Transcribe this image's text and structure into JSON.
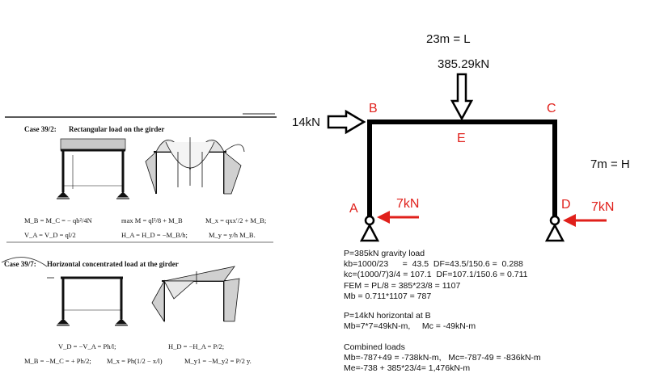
{
  "scan": {
    "case1_title_a": "Case 39/2:",
    "case1_title_b": "Rectangular load on the girder",
    "case1_eq_mb": "M_B = M_C = − qb²/4N",
    "case1_eq_max": "max M = ql²/8 + M_B",
    "case1_eq_mx": "M_x = qxx′/2 + M_B;",
    "case1_eq_v": "V_A = V_D = ql/2",
    "case1_eq_h": "H_A = H_D = −M_B/h;",
    "case1_eq_my": "M_y = y/h M_B.",
    "case2_title_a": "Case 39/7:",
    "case2_title_b": "Horizontal concentrated load at the girder",
    "case2_eq_v": "V_D = −V_A = Ph/l;",
    "case2_eq_h": "H_D = −H_A = P/2;",
    "case2_eq_mb": "M_B = −M_C = + Ph/2;",
    "case2_eq_mx": "M_x = Ph(1/2 − x/l)",
    "case2_eq_my": "M_y1 = −M_y2 = P/2 y."
  },
  "frame": {
    "span_label": "23m = L",
    "load_label": "385.29kN",
    "horizontal_load_label": "14kN",
    "height_label": "7m = H",
    "node_a": "A",
    "node_b": "B",
    "node_c": "C",
    "node_d": "D",
    "node_e": "E",
    "reaction_a": "7kN",
    "reaction_d": "7kN"
  },
  "calcs": {
    "gravity": "P=385kN gravity load\nkb=1000/23      =  43.5  DF=43.5/150.6 =  0.288\nkc=(1000/7)3/4 = 107.1  DF=107.1/150.6 = 0.711\nFEM = PL/8 = 385*23/8 = 1107\nMb = 0.711*1107 = 787",
    "horizontal": "P=14kN horizontal at B\nMb=7*7=49kN-m,     Mc = -49kN-m",
    "combined": "Combined loads\nMb=-787+49 = -738kN-m,   Mc=-787-49 = -836kN-m\nMe=-738 + 385*23/4= 1,476kN-m"
  },
  "colors": {
    "frame": "#000000",
    "reaction_arrow": "#e0201b",
    "label_red": "#e0201b"
  }
}
